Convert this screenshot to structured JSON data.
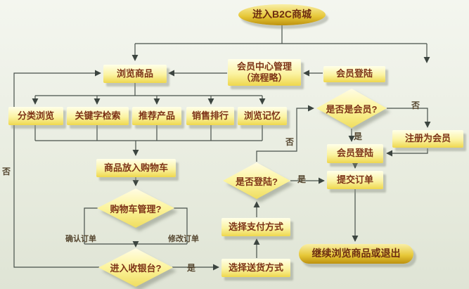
{
  "diagram": {
    "nodes": {
      "enter_mall": {
        "label": "进入B2C商城",
        "type": "terminator"
      },
      "browse_goods": {
        "label": "浏览商品",
        "type": "process"
      },
      "member_center": {
        "label": "会员中心管理",
        "label2": "（流程略）",
        "type": "process"
      },
      "member_login_top": {
        "label": "会员登陆",
        "type": "process"
      },
      "category_browse": {
        "label": "分类浏览",
        "type": "process"
      },
      "keyword_search": {
        "label": "关键字检索",
        "type": "process"
      },
      "recommended": {
        "label": "推荐产品",
        "type": "process"
      },
      "sales_ranking": {
        "label": "销售排行",
        "type": "process"
      },
      "browse_history": {
        "label": "浏览记忆",
        "type": "process"
      },
      "add_to_cart": {
        "label": "商品放入购物车",
        "type": "process"
      },
      "cart_management": {
        "label": "购物车管理?",
        "type": "decision"
      },
      "enter_checkout": {
        "label": "进入收银台?",
        "type": "decision"
      },
      "choose_delivery": {
        "label": "选择送货方式",
        "type": "process"
      },
      "choose_payment": {
        "label": "选择支付方式",
        "type": "process"
      },
      "is_logged_in": {
        "label": "是否登陆?",
        "type": "decision"
      },
      "submit_order": {
        "label": "提交订单",
        "type": "process"
      },
      "member_login": {
        "label": "会员登陆",
        "type": "process"
      },
      "is_member": {
        "label": "是否是会员?",
        "type": "decision"
      },
      "register_member": {
        "label": "注册为会员",
        "type": "process"
      },
      "continue_or_exit": {
        "label": "继续浏览商品或退出",
        "type": "terminator"
      }
    },
    "edge_labels": {
      "no_loop_back": "否",
      "confirm_order": "确认订单",
      "modify_order": "修改订单",
      "yes_checkout": "是",
      "no_is_logged": "否",
      "yes_is_logged": "是",
      "yes_is_member": "是",
      "no_is_member": "否"
    },
    "edges": [
      {
        "from": "enter_mall",
        "to": "browse_goods"
      },
      {
        "from": "enter_mall",
        "to": "member_login_top"
      },
      {
        "from": "member_login_top",
        "to": "member_center"
      },
      {
        "from": "member_center",
        "to": "browse_goods"
      },
      {
        "from": "browse_goods",
        "to": "category_browse"
      },
      {
        "from": "browse_goods",
        "to": "keyword_search"
      },
      {
        "from": "browse_goods",
        "to": "recommended"
      },
      {
        "from": "browse_goods",
        "to": "sales_ranking"
      },
      {
        "from": "browse_goods",
        "to": "browse_history"
      },
      {
        "from": "category_browse",
        "to": "add_to_cart"
      },
      {
        "from": "keyword_search",
        "to": "add_to_cart"
      },
      {
        "from": "recommended",
        "to": "add_to_cart"
      },
      {
        "from": "sales_ranking",
        "to": "add_to_cart"
      },
      {
        "from": "browse_history",
        "to": "add_to_cart"
      },
      {
        "from": "add_to_cart",
        "to": "cart_management"
      },
      {
        "from": "cart_management",
        "to": "enter_checkout",
        "label": "确认订单"
      },
      {
        "from": "cart_management",
        "to": "enter_checkout",
        "label": "修改订单"
      },
      {
        "from": "enter_checkout",
        "to": "choose_delivery",
        "label": "是"
      },
      {
        "from": "enter_checkout",
        "to": "browse_goods",
        "label": "否"
      },
      {
        "from": "choose_delivery",
        "to": "choose_payment"
      },
      {
        "from": "choose_payment",
        "to": "is_logged_in"
      },
      {
        "from": "is_logged_in",
        "to": "submit_order",
        "label": "是"
      },
      {
        "from": "is_logged_in",
        "to": "is_member",
        "label": "否"
      },
      {
        "from": "is_member",
        "to": "member_login",
        "label": "是"
      },
      {
        "from": "is_member",
        "to": "register_member",
        "label": "否"
      },
      {
        "from": "register_member",
        "to": "member_login"
      },
      {
        "from": "member_login",
        "to": "submit_order"
      },
      {
        "from": "submit_order",
        "to": "continue_or_exit"
      }
    ],
    "colors": {
      "background": "#ecefe4",
      "node_fill_light": "#fbf3a2",
      "node_fill_deep": "#e6c737",
      "node_fill_deep_edge": "#bd920f",
      "text_maroon": "#7d3317",
      "label_brown": "#55462f",
      "line": "#47504a",
      "shadow": "#8b9284"
    }
  }
}
